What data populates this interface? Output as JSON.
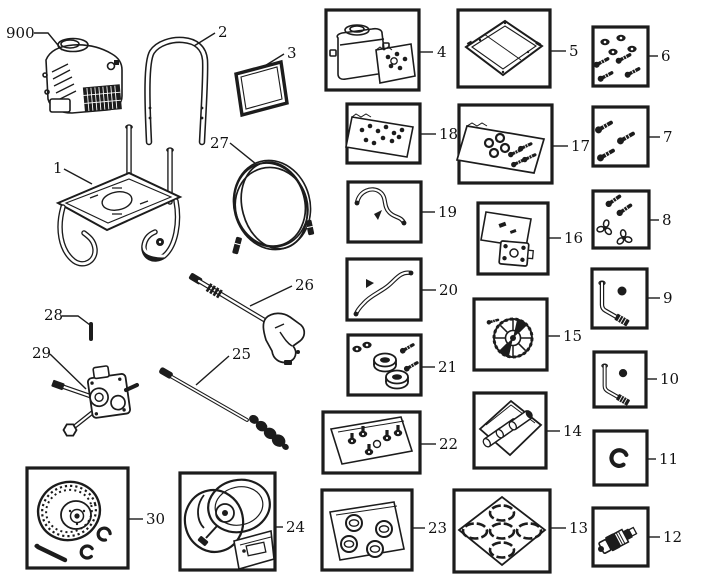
{
  "diagram": {
    "kind": "pressure-washer-exploded-parts-diagram",
    "background": "#ffffff",
    "line_color": "#1c1c1c",
    "callouts": {
      "engine": "900",
      "frame": "1",
      "handle": "2",
      "decal_panel": "3",
      "detergent_tank_kit": "4",
      "base_panel": "5",
      "nut_bolt_kit": "6",
      "bolt_kit": "7",
      "knob_bolt_kit": "8",
      "elbow_tube_kit_a": "9",
      "elbow_tube_kit_b": "10",
      "retainer_clip": "11",
      "chemical_injector": "12",
      "oring_kit": "13",
      "cylinder_kit": "14",
      "impeller": "15",
      "unloader_kit": "16",
      "fastener_bag_17": "17",
      "hardware_bag_18": "18",
      "hose_kit_19": "19",
      "hose_kit_20": "20",
      "seal_bolt_kit": "21",
      "fitting_bag_22": "22",
      "cap_bag_23": "23",
      "hose_reel_kit": "24",
      "spray_wand": "25",
      "spray_gun": "26",
      "high_pressure_hose": "27",
      "pin": "28",
      "pump": "29",
      "wheel_kit": "30"
    }
  }
}
